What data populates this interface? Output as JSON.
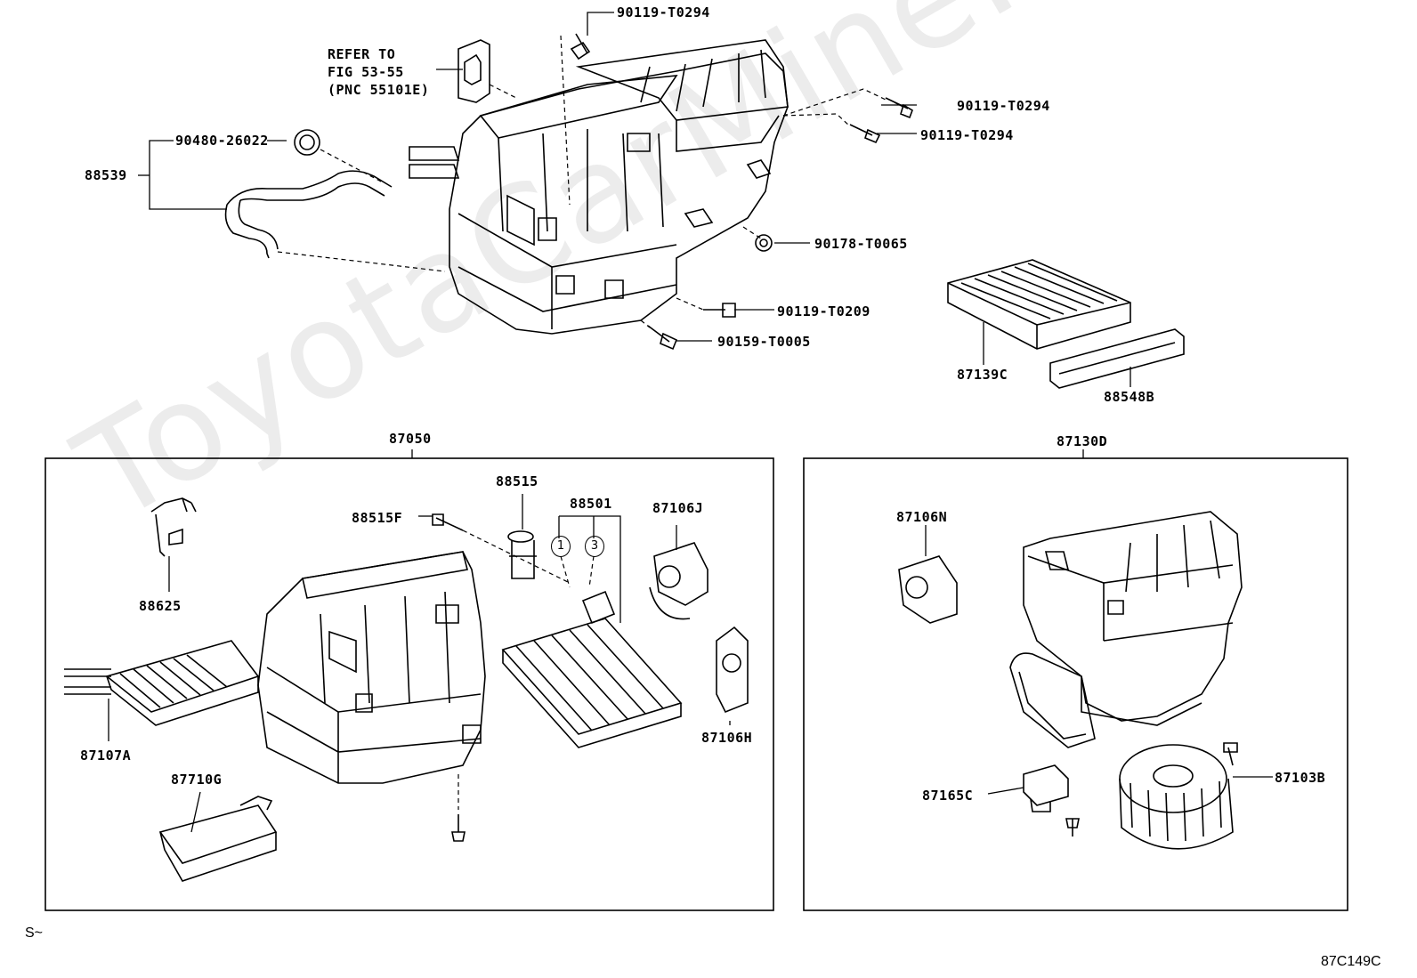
{
  "watermark": "ToyotaCarMine.ru",
  "refer": {
    "line1": "REFER TO",
    "line2": "FIG 53-55",
    "line3": "(PNC 55101E)"
  },
  "callouts": {
    "p90119_top": "90119-T0294",
    "p90119_r1": "90119-T0294",
    "p90119_r2": "90119-T0294",
    "p90480": "90480-26022",
    "p88539": "88539",
    "p90178": "90178-T0065",
    "p90119_t0209": "90119-T0209",
    "p90159": "90159-T0005",
    "p87139c": "87139C",
    "p88548b": "88548B",
    "p87050": "87050",
    "p87130d": "87130D",
    "p88515": "88515",
    "p88515f": "88515F",
    "p88501": "88501",
    "p87106j": "87106J",
    "p88625": "88625",
    "p87107a": "87107A",
    "p87710g": "87710G",
    "p87106h": "87106H",
    "p87106n": "87106N",
    "p87165c": "87165C",
    "p87103b": "87103B"
  },
  "circled": {
    "c1": "1",
    "c3": "3"
  },
  "footer": {
    "left": "S~",
    "right": "87C149C"
  }
}
